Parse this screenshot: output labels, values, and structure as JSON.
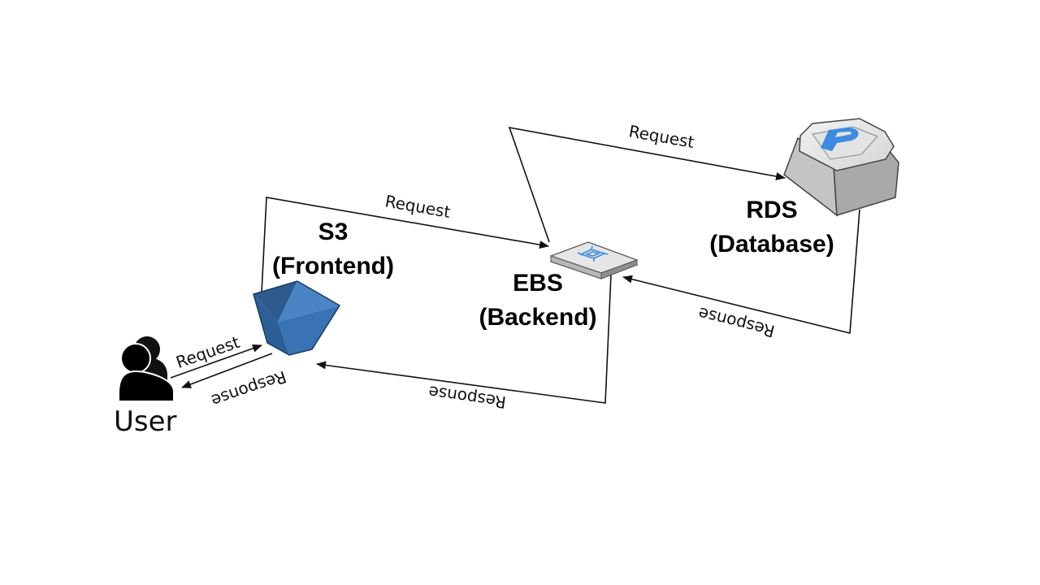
{
  "nodes": {
    "user": {
      "label": "User",
      "icon": "user-icon"
    },
    "s3": {
      "label_line1": "S3",
      "label_line2": "(Frontend)",
      "icon": "s3-bucket-icon",
      "color": "#3c72b4"
    },
    "ebs": {
      "label_line1": "EBS",
      "label_line2": "(Backend)",
      "icon": "ebs-chip-icon",
      "color": "#3c8be0"
    },
    "rds": {
      "label_line1": "RDS",
      "label_line2": "(Database)",
      "icon": "rds-database-icon",
      "color": "#3c8be0"
    }
  },
  "edges": {
    "user_to_s3": {
      "label": "Request"
    },
    "s3_to_user": {
      "label": "Response"
    },
    "s3_to_ebs": {
      "label": "Request"
    },
    "ebs_to_s3": {
      "label": "Response"
    },
    "ebs_to_rds": {
      "label": "Request"
    },
    "rds_to_ebs": {
      "label": "Response"
    }
  }
}
